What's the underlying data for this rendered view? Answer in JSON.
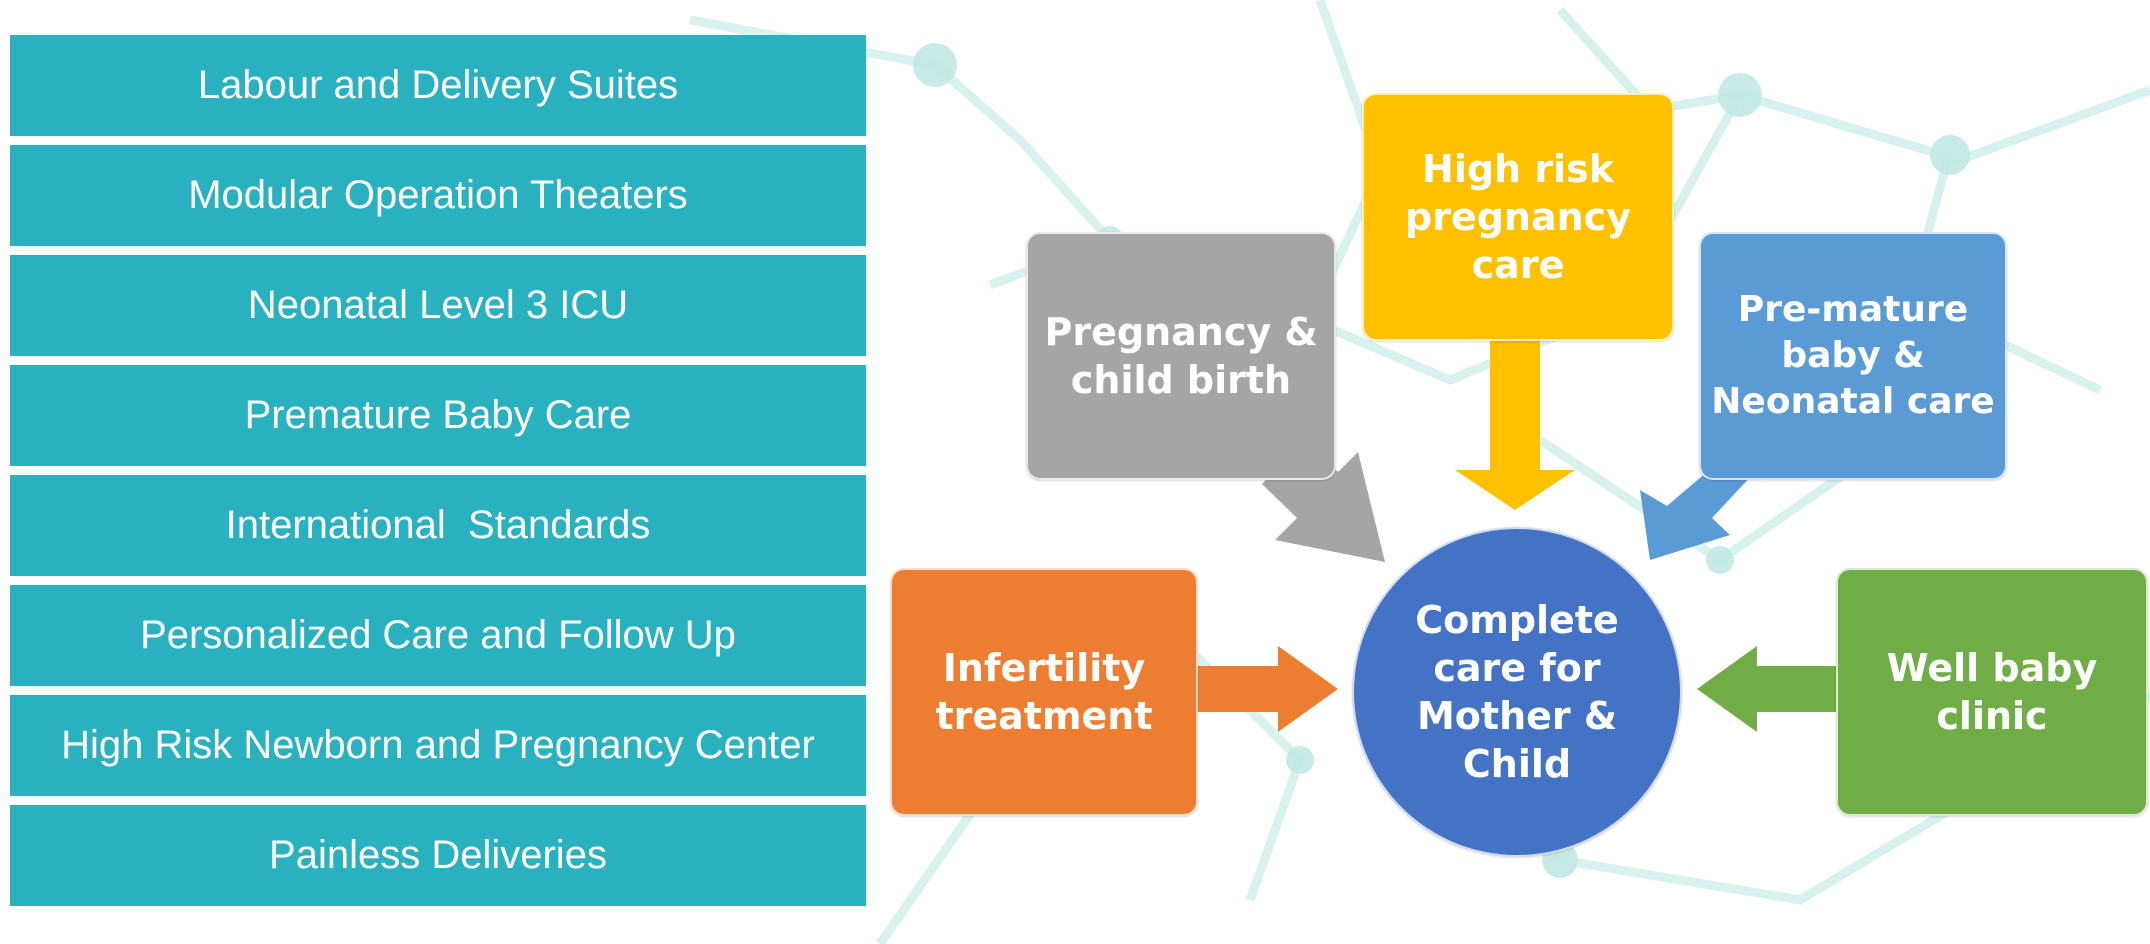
{
  "services": {
    "color": "#29b1bf",
    "items": [
      {
        "label": "Labour and Delivery Suites"
      },
      {
        "label": "Modular Operation Theaters"
      },
      {
        "label": "Neonatal Level 3 ICU"
      },
      {
        "label": "Premature Baby Care"
      },
      {
        "label": "International  Standards"
      },
      {
        "label": "Personalized Care and Follow Up"
      },
      {
        "label": "High Risk Newborn and Pregnancy Center"
      },
      {
        "label": "Painless Deliveries"
      }
    ]
  },
  "diagram": {
    "center": {
      "label": "Complete\ncare for\nMother &\nChild",
      "color": "#4472c4"
    },
    "nodes": {
      "pregnancy": {
        "label": "Pregnancy &\nchild birth",
        "color": "#a5a5a5"
      },
      "high_risk": {
        "label": "High risk\npregnancy\ncare",
        "color": "#ffc000"
      },
      "premature": {
        "label": "Pre-mature\nbaby &\nNeonatal care",
        "color": "#5b9bd5"
      },
      "infertility": {
        "label": "Infertility\ntreatment",
        "color": "#ed7d31"
      },
      "well_baby": {
        "label": "Well baby\nclinic",
        "color": "#70ad47"
      }
    }
  }
}
